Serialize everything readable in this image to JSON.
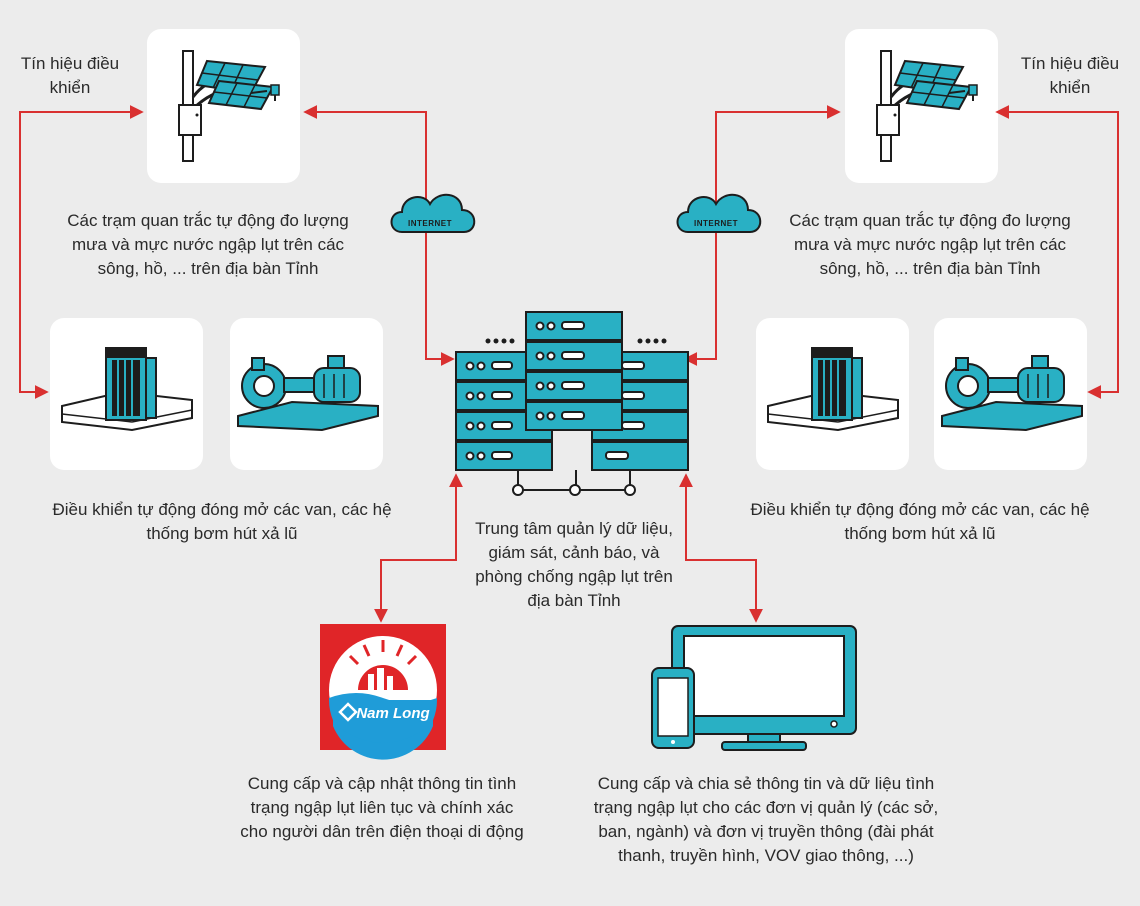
{
  "labels": {
    "signal_left": "Tín hiệu điều khiển",
    "signal_right": "Tín hiệu điều khiển",
    "stations_left": "Các trạm quan trắc tự động đo lượng mưa và mực nước ngập lụt trên các sông, hồ, ... trên địa bàn Tỉnh",
    "stations_right": "Các trạm quan trắc tự động đo lượng mưa và mực nước ngập lụt trên các sông, hồ, ... trên địa bàn Tỉnh",
    "control_left": "Điều khiển tự động đóng mở các van, các hệ thống bơm hút xả lũ",
    "control_right": "Điều khiển tự động đóng mở các van, các hệ thống bơm hút xả lũ",
    "center": "Trung tâm quản lý dữ liệu, giám sát, cảnh báo, và phòng chống ngập lụt trên địa bàn Tỉnh",
    "app_info": "Cung cấp và cập nhật thông tin tình trạng ngập lụt liên tục và chính xác cho người dân trên điện thoại di động",
    "share_info": "Cung cấp và chia sẻ thông tin và dữ liệu tình trạng ngập lụt cho các đơn vị quản lý (các sở, ban, ngành) và đơn vị truyền thông (đài phát thanh, truyền hình, VOV giao thông, ...)",
    "internet_left": "INTERNET",
    "internet_right": "INTERNET",
    "app_name": "Nam Long"
  },
  "colors": {
    "background": "#ececec",
    "arrow": "#d93030",
    "teal": "#29b0c4",
    "outline": "#1d1d1d",
    "app_red": "#e02528",
    "app_blue": "#1f9cd8"
  }
}
